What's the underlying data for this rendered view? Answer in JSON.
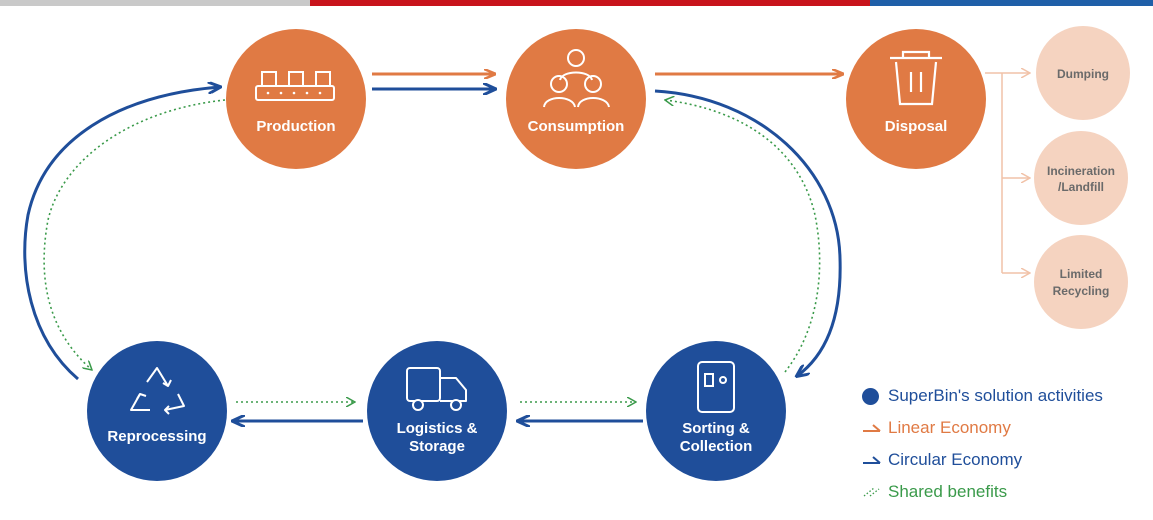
{
  "nodes": {
    "production": "Production",
    "consumption": "Consumption",
    "disposal": "Disposal",
    "reprocessing": "Reprocessing",
    "logistics_line1": "Logistics &",
    "logistics_line2": "Storage",
    "sorting_line1": "Sorting &",
    "sorting_line2": "Collection"
  },
  "outcomes": {
    "dumping": "Dumping",
    "incineration_line1": "Incineration",
    "incineration_line2": "/Landfill",
    "limited_line1": "Limited",
    "limited_line2": "Recycling"
  },
  "legend": {
    "solution": "SuperBin's solution activities",
    "linear": "Linear Economy",
    "circular": "Circular Economy",
    "shared": "Shared benefits"
  },
  "colors": {
    "orange": "#e07a44",
    "blue": "#1f4e9a",
    "pale_orange": "#f5d3c0",
    "green_dotted": "#3a9a4a"
  }
}
